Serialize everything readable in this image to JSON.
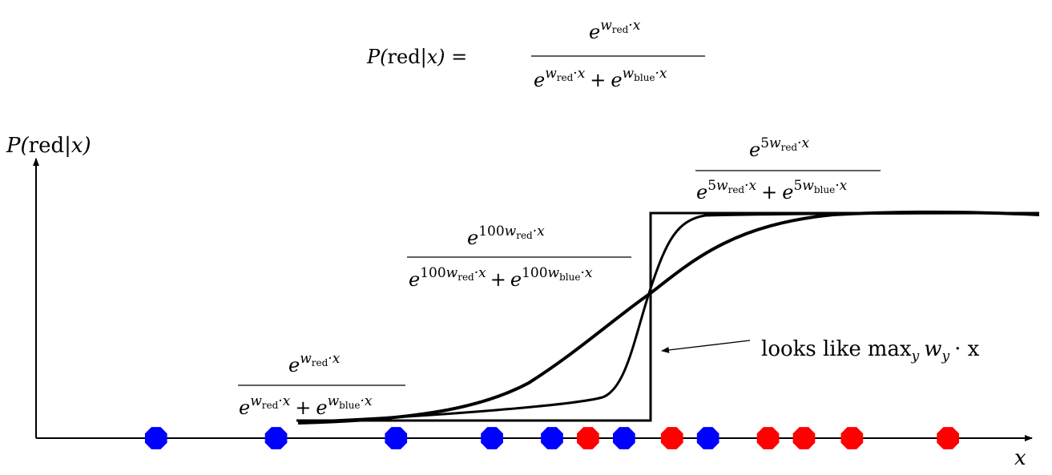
{
  "formula_main": {
    "lhs": "P(red|x) =",
    "exp": "w",
    "sub_red": "red",
    "sub_blue": "blue",
    "dot_x": "·x",
    "plus": "+",
    "e": "e"
  },
  "axes": {
    "y_label": "P(red|x)",
    "x_label": "x"
  },
  "labels": {
    "scale_5": "5",
    "scale_100": "100",
    "annotation": "looks like",
    "annotation_op": "max",
    "annotation_sub": "y",
    "annotation_w": "w",
    "annotation_tail": "· x"
  },
  "colors": {
    "red": "#ff0000",
    "blue": "#0000ff",
    "ink": "#000000"
  },
  "points": {
    "blue": [
      1.0,
      2.0,
      3.0,
      3.8,
      4.3,
      4.9,
      5.6
    ],
    "red": [
      4.6,
      5.3,
      6.1,
      6.4,
      6.8,
      7.6
    ]
  },
  "boundary": 5.2,
  "x_range": [
    0,
    8.3
  ]
}
